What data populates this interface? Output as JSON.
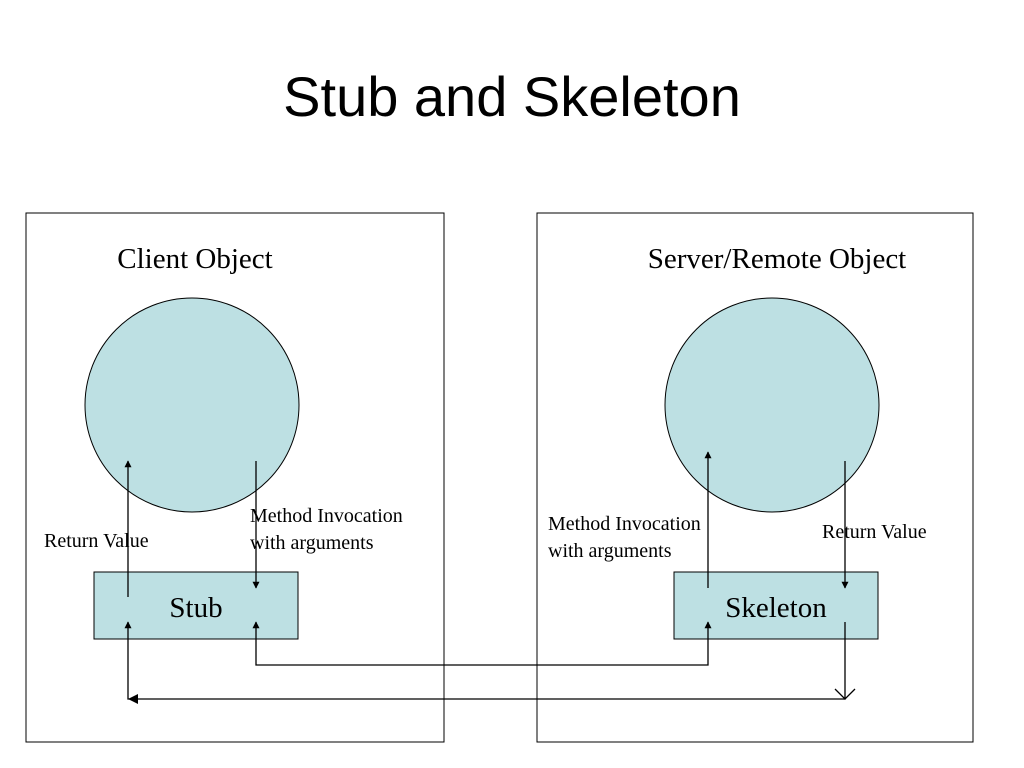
{
  "slide": {
    "title": "Stub and Skeleton"
  },
  "client": {
    "label": "Client Object",
    "stub_label": "Stub",
    "return_value_label": "Return Value",
    "invocation_line1": "Method Invocation",
    "invocation_line2": "with arguments"
  },
  "server": {
    "label": "Server/Remote Object",
    "skeleton_label": "Skeleton",
    "return_value_label": "Return Value",
    "invocation_line1": "Method Invocation",
    "invocation_line2": "with arguments"
  },
  "colors": {
    "object_fill": "#bde0e3",
    "stroke": "#000000",
    "background": "#ffffff"
  }
}
